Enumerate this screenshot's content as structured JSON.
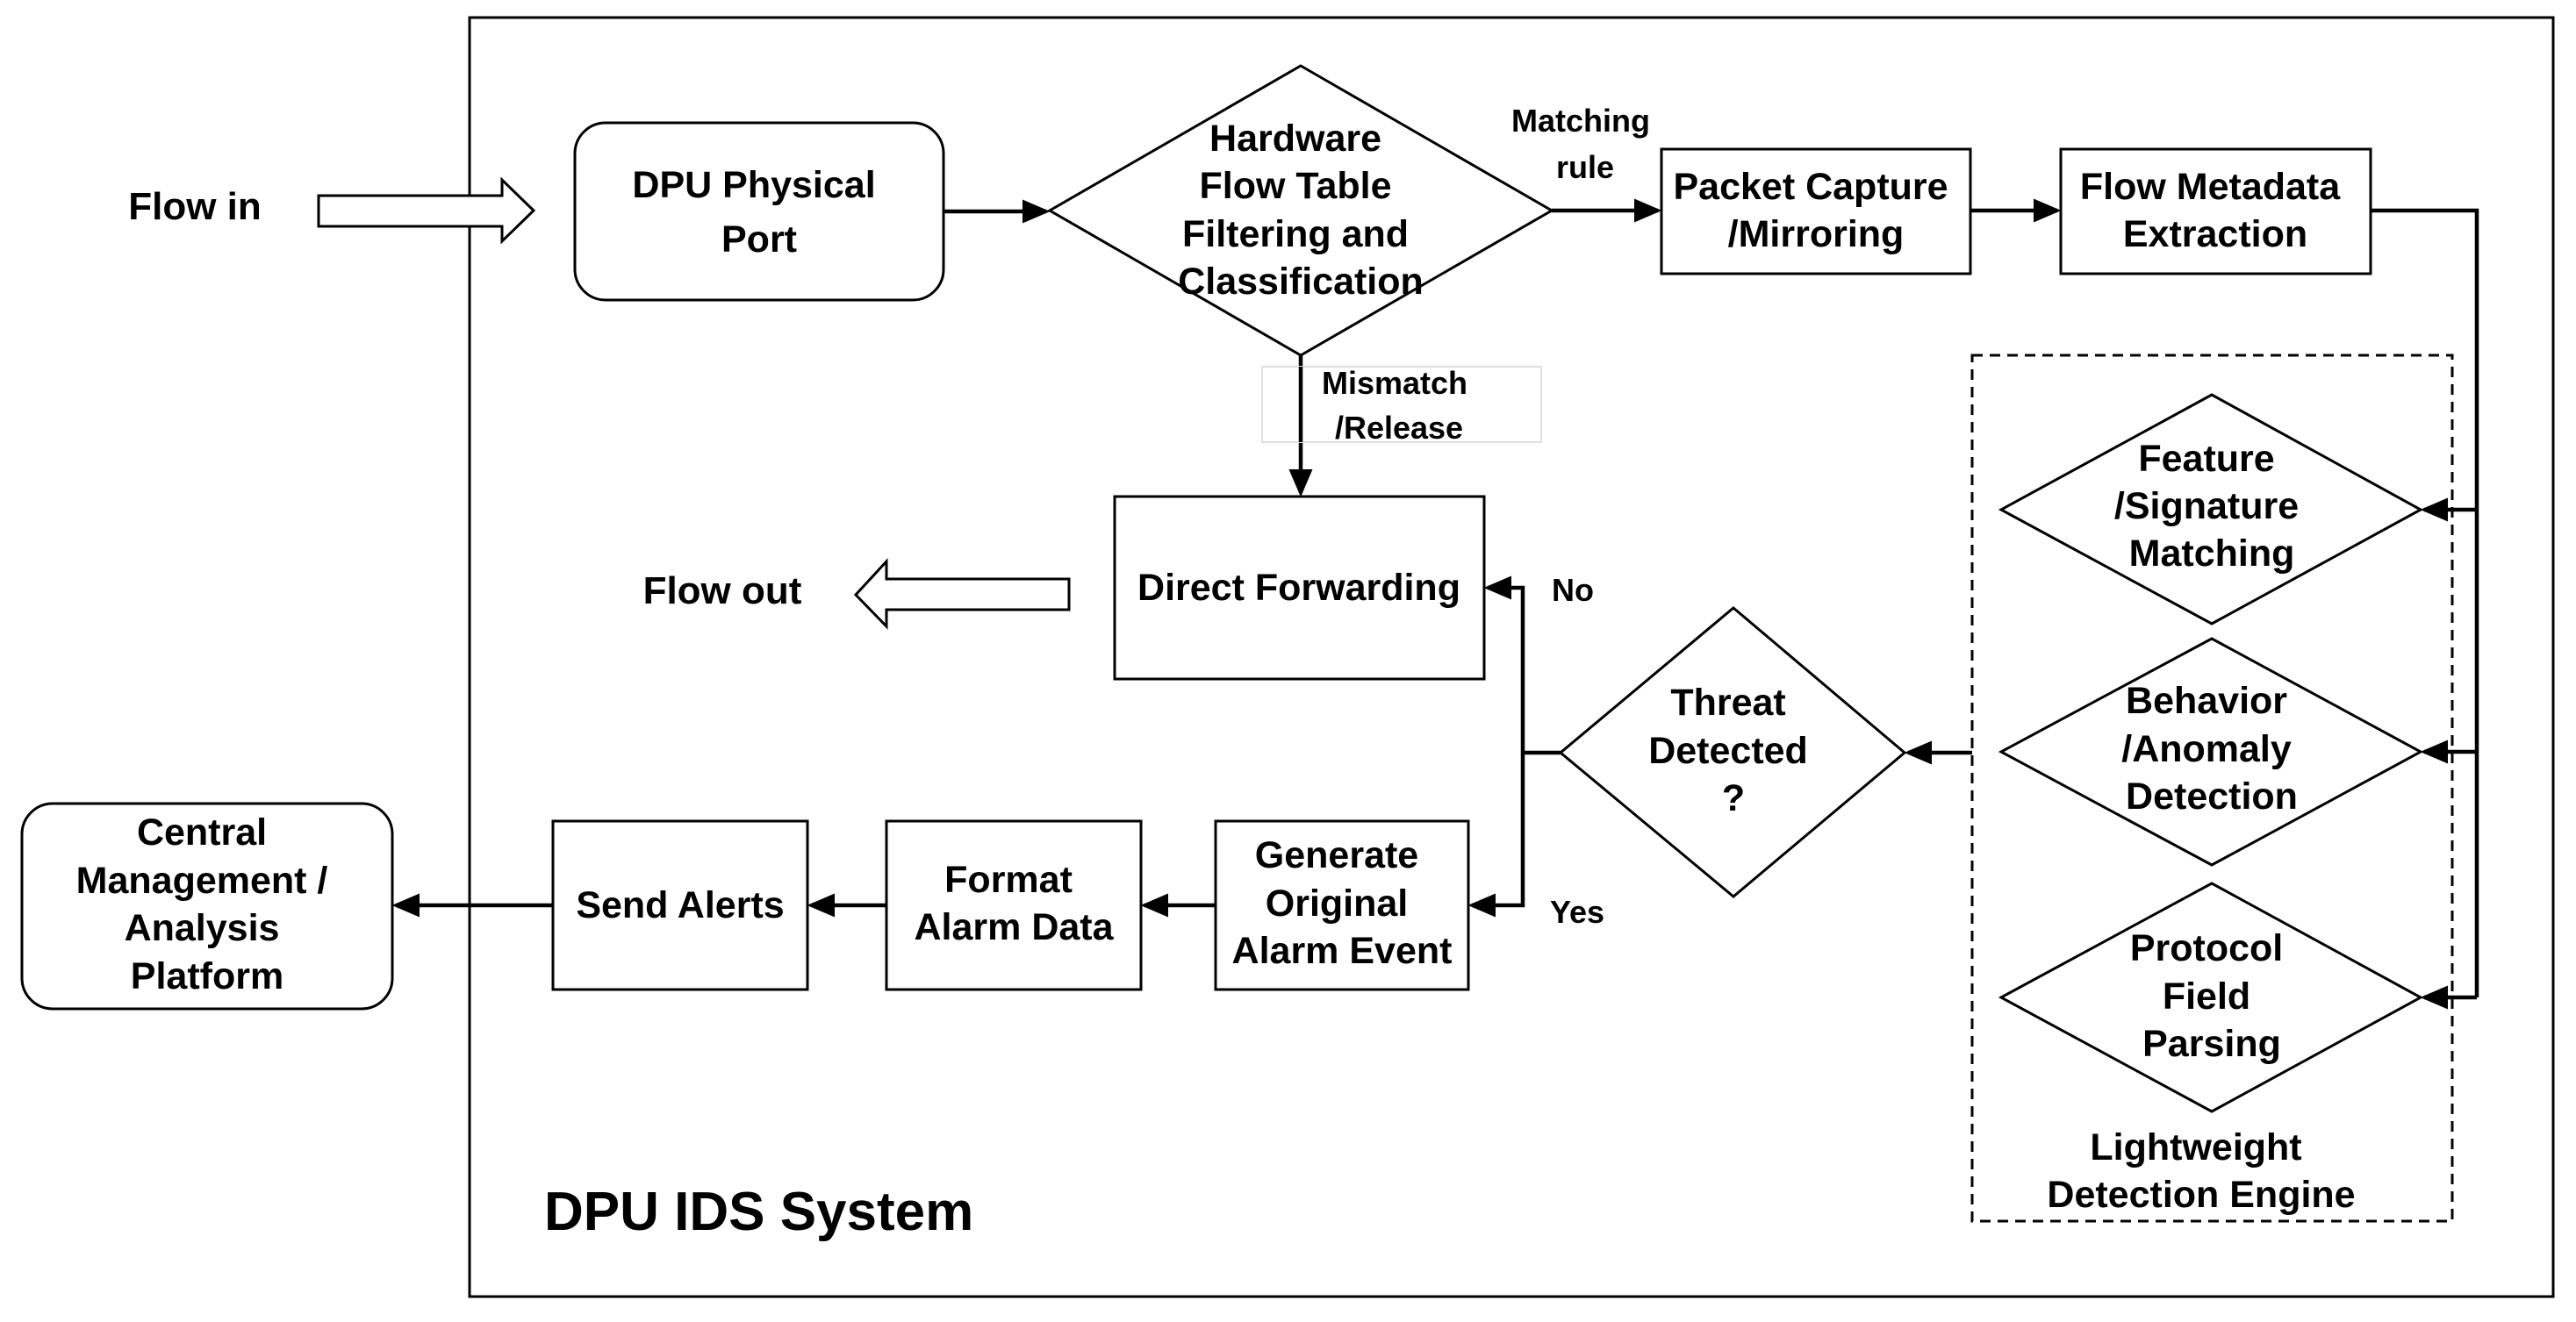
{
  "system": {
    "title": "DPU IDS System"
  },
  "io": {
    "flow_in": "Flow in",
    "flow_out": "Flow out"
  },
  "nodes": {
    "physical_port": {
      "lines": [
        "DPU Physical",
        "Port"
      ]
    },
    "flow_table": {
      "lines": [
        "Hardware",
        "Flow Table",
        "Filtering and",
        "Classification"
      ]
    },
    "packet_capture": {
      "lines": [
        "Packet Capture",
        "/Mirroring"
      ]
    },
    "metadata": {
      "lines": [
        "Flow Metadata",
        "Extraction"
      ]
    },
    "direct_forwarding": {
      "lines": [
        "Direct Forwarding"
      ]
    },
    "signature": {
      "lines": [
        "Feature",
        "/Signature",
        "Matching"
      ]
    },
    "anomaly": {
      "lines": [
        "Behavior",
        "/Anomaly",
        "Detection"
      ]
    },
    "protocol": {
      "lines": [
        "Protocol",
        "Field",
        "Parsing"
      ]
    },
    "threat": {
      "lines": [
        "Threat",
        "Detected",
        "?"
      ]
    },
    "generate_alarm": {
      "lines": [
        "Generate",
        "Original",
        "Alarm Event"
      ]
    },
    "format_alarm": {
      "lines": [
        "Format",
        "Alarm Data"
      ]
    },
    "send_alerts": {
      "lines": [
        "Send Alerts"
      ]
    },
    "central": {
      "lines": [
        "Central",
        "Management /",
        "Analysis",
        "Platform"
      ]
    }
  },
  "engine": {
    "lines": [
      "Lightweight",
      "Detection Engine"
    ]
  },
  "edge_labels": {
    "matching_rule": [
      "Matching",
      "rule"
    ],
    "mismatch": [
      "Mismatch",
      "/Release"
    ],
    "no": "No",
    "yes": "Yes"
  }
}
